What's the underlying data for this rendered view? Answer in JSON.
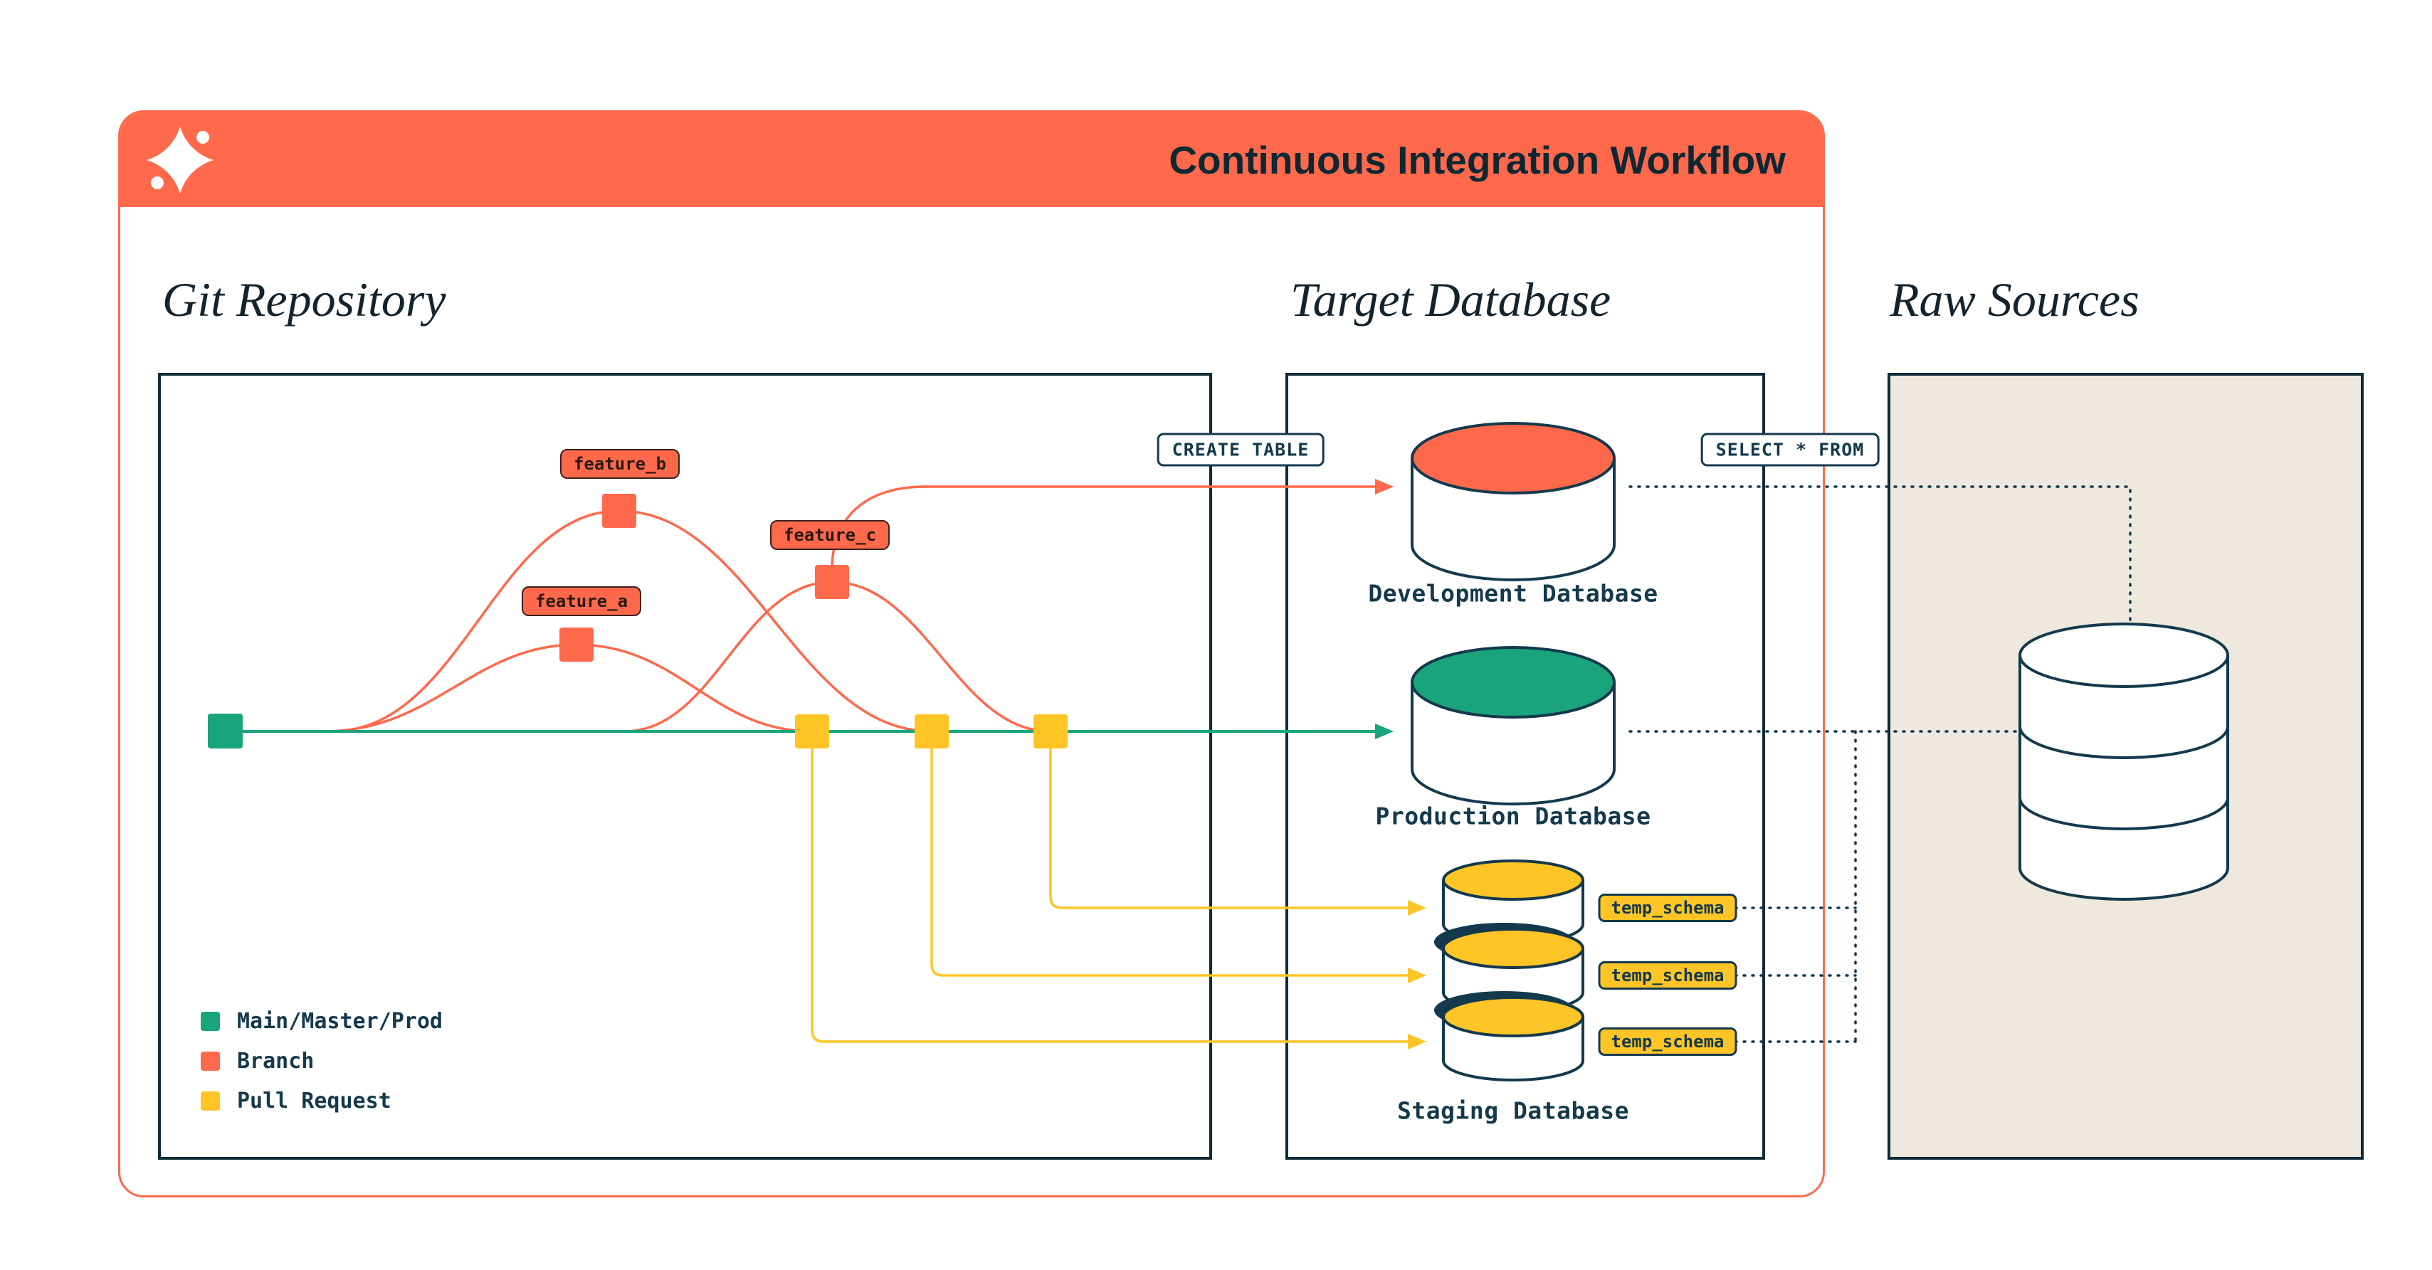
{
  "header": {
    "title": "Continuous Integration Workflow",
    "logo": "dbt-logo"
  },
  "sections": {
    "git": {
      "title": "Git Repository"
    },
    "target": {
      "title": "Target Database"
    },
    "raw": {
      "title": "Raw Sources"
    }
  },
  "chips": [
    {
      "label": "feature_b"
    },
    {
      "label": "feature_a"
    },
    {
      "label": "feature_c"
    }
  ],
  "badges": {
    "create_table": "CREATE TABLE",
    "select_from": "SELECT * FROM",
    "temp_schema": "temp_schema"
  },
  "databases": [
    {
      "name": "Development Database",
      "top_color": "#FF694B"
    },
    {
      "name": "Production Database",
      "top_color": "#1AA47B"
    },
    {
      "name": "Staging Database",
      "top_color": "#FFC526"
    }
  ],
  "legend": [
    {
      "label": "Main/Master/Prod",
      "color": "#1AA47B"
    },
    {
      "label": "Branch",
      "color": "#FF694B"
    },
    {
      "label": "Pull Request",
      "color": "#FFC526"
    }
  ],
  "colors": {
    "orange": "#FF694B",
    "teal": "#1AA47B",
    "yellow": "#FFC526",
    "navy": "#14394C",
    "beige": "#EEE8DE",
    "box_border": "#0e2b38"
  }
}
